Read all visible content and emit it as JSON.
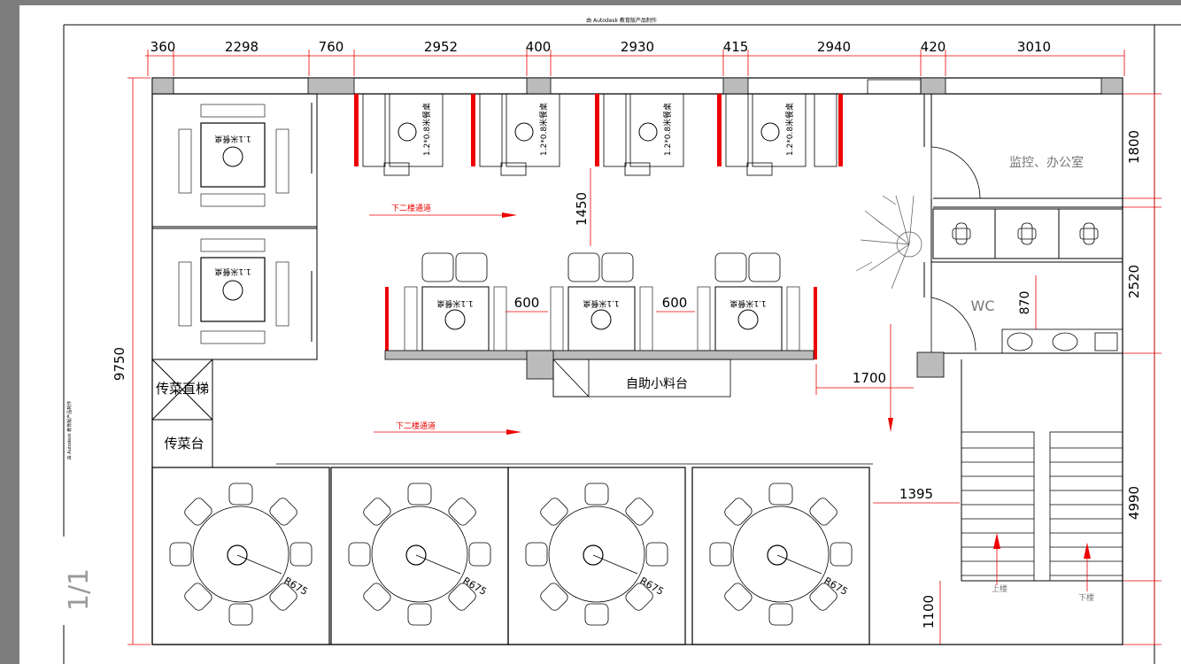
{
  "header": {
    "title": "由 Autodesk 教育版产品制作",
    "side_text": "由 Autodesk 教育版产品制作"
  },
  "pager": {
    "indicator": "1/1"
  },
  "dimensions": {
    "top": [
      "360",
      "2298",
      "760",
      "2952",
      "400",
      "2930",
      "415",
      "2940",
      "420",
      "3010"
    ],
    "right": [
      "1800",
      "2520",
      "4990",
      "1100"
    ],
    "left_total": "9750",
    "inner": [
      "1450",
      "600",
      "600",
      "1700",
      "1395",
      "870"
    ]
  },
  "labels": {
    "office": "监控、办公室",
    "wc": "WC",
    "dumbwaiter": "传菜直梯",
    "serving": "传菜台",
    "buffet": "自助小料台",
    "flow_top": "下二楼通道",
    "flow_bottom": "下二楼通道",
    "stair_up": "上楼",
    "stair_down": "下楼",
    "booth_tag": "1.2*0.8米餐桌",
    "square_tag": "1.1米餐桌",
    "radius": "R675"
  }
}
